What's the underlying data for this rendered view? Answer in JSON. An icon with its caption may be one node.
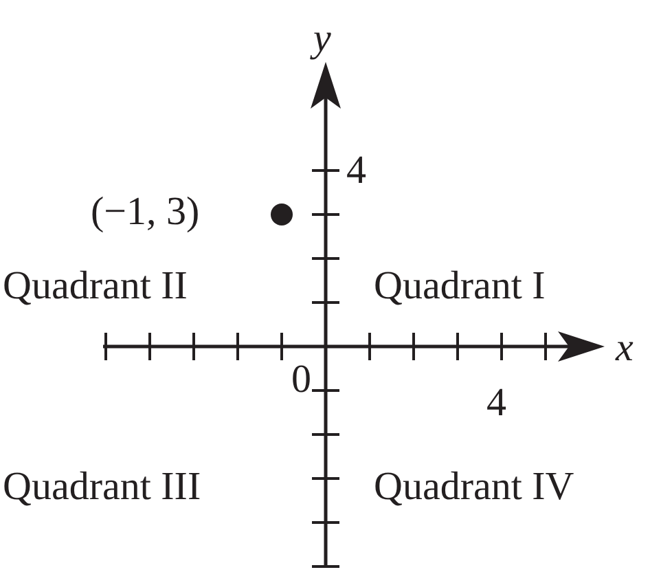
{
  "diagram": {
    "labels": [
      "y",
      "4",
      "(−1, 3)",
      "Quadrant II",
      "Quadrant I",
      "x",
      "0",
      "4",
      "Quadrant III",
      "Quadrant IV"
    ]
  }
}
